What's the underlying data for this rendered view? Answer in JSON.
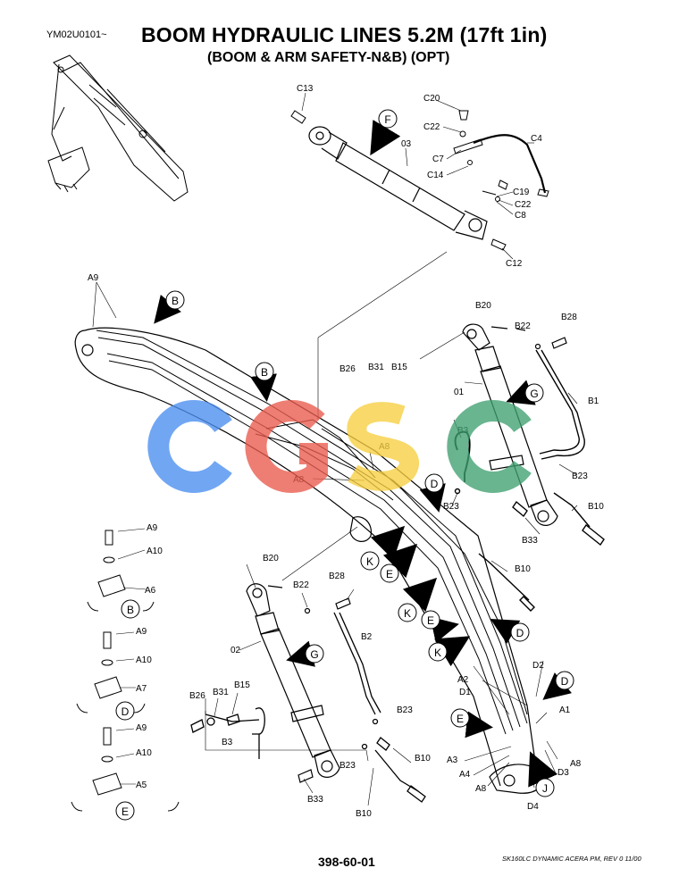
{
  "header": {
    "code": "YM02U0101~",
    "title": "BOOM  HYDRAULIC LINES 5.2M (17ft 1in)",
    "subtitle": "(BOOM & ARM SAFETY-N&B) (OPT)"
  },
  "footer": {
    "page_number": "398-60-01",
    "model_note": "SK160LC DYNAMIC ACERA PM,  REV 0 11/00"
  },
  "watermark": "CGSC",
  "callouts": {
    "F": "F",
    "B": "B",
    "G": "G",
    "D": "D",
    "K": "K",
    "E": "E",
    "J": "J"
  },
  "parts": {
    "C13": "C13",
    "C20": "C20",
    "C22": "C22",
    "C4": "C4",
    "C7": "C7",
    "C14": "C14",
    "C19": "C19",
    "C8": "C8",
    "C12": "C12",
    "n03": "03",
    "A9": "A9",
    "A10": "A10",
    "A6": "A6",
    "A7": "A7",
    "A5": "A5",
    "A8": "A8",
    "A1": "A1",
    "A2": "A2",
    "A3": "A3",
    "A4": "A4",
    "B20": "B20",
    "B22": "B22",
    "B28": "B28",
    "B26": "B26",
    "B31": "B31",
    "B15": "B15",
    "B1": "B1",
    "B3": "B3",
    "B23": "B23",
    "B10": "B10",
    "B33": "B33",
    "B2": "B2",
    "n01": "01",
    "n02": "02",
    "D1": "D1",
    "D2": "D2",
    "D3": "D3",
    "D4": "D4"
  }
}
